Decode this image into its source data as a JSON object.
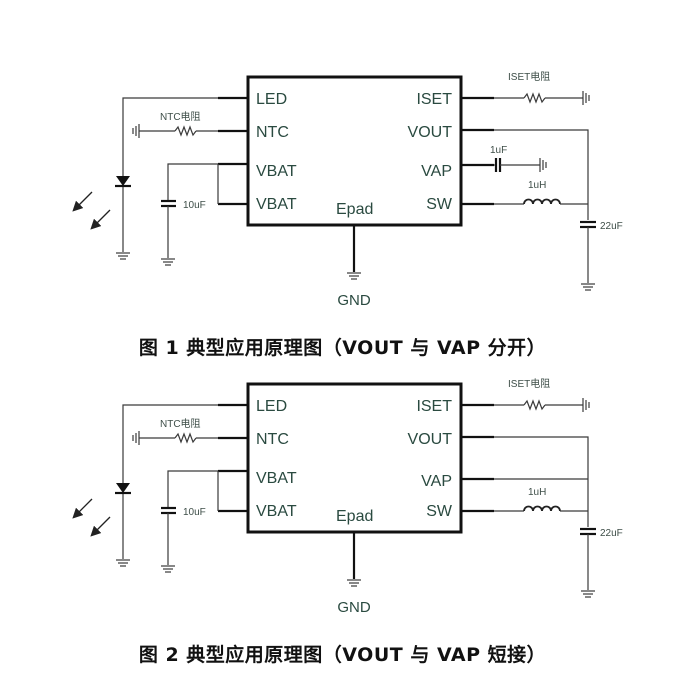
{
  "figures": [
    {
      "id": "fig1",
      "caption": "图 1 典型应用原理图（VOUT 与 VAP 分开）",
      "ic": {
        "left_pins": [
          "LED",
          "NTC",
          "VBAT",
          "VBAT"
        ],
        "right_pins": [
          "ISET",
          "VOUT",
          "VAP",
          "SW"
        ],
        "pad_label": "Epad"
      },
      "components": {
        "ntc_resistor": "NTC电阻",
        "iset_resistor": "ISET电阻",
        "vbat_cap": "10uF",
        "vap_cap": "1uF",
        "inductor": "1uH",
        "output_cap": "22uF"
      },
      "ground_label": "GND",
      "vap_shorted_to_vout": false
    },
    {
      "id": "fig2",
      "caption": "图 2 典型应用原理图（VOUT 与 VAP 短接）",
      "ic": {
        "left_pins": [
          "LED",
          "NTC",
          "VBAT",
          "VBAT"
        ],
        "right_pins": [
          "ISET",
          "VOUT",
          "VAP",
          "SW"
        ],
        "pad_label": "Epad"
      },
      "components": {
        "ntc_resistor": "NTC电阻",
        "iset_resistor": "ISET电阻",
        "vbat_cap": "10uF",
        "inductor": "1uH",
        "output_cap": "22uF"
      },
      "ground_label": "GND",
      "vap_shorted_to_vout": true
    }
  ]
}
